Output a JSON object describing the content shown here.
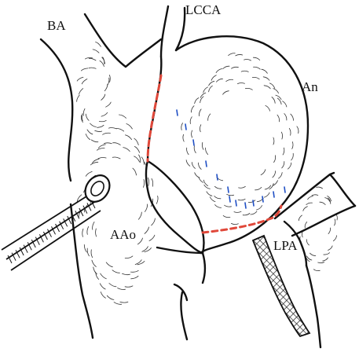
{
  "labels": {
    "ba": "BA",
    "lcca": "LCCA",
    "an": "An",
    "aao": "AAo",
    "lpa": "LPA"
  },
  "colors": {
    "outline": "#111111",
    "incision": "#e0483a",
    "suture": "#1f4fc4",
    "background": "#ffffff"
  },
  "icons": {
    "clamp": "surgical-clamp-icon"
  }
}
